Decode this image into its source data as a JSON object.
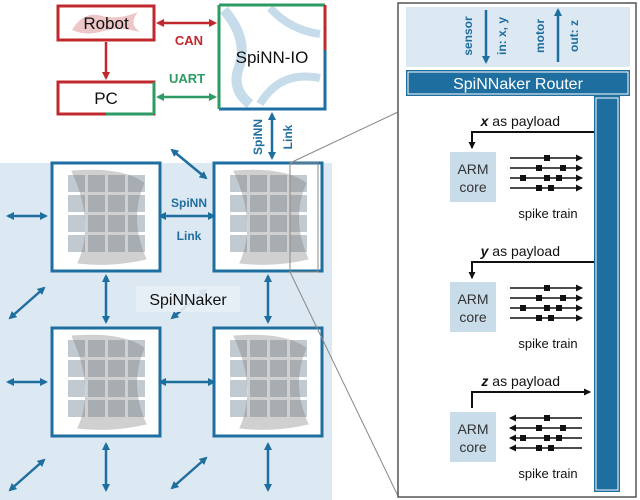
{
  "colors": {
    "blue": "#1f6ea0",
    "light_blue": "#c7dcea",
    "panel_blue": "#dce9f2",
    "red": "#c0282d",
    "green": "#2e9b64",
    "core_gray": "#9a9a9a",
    "arm_fill": "#c9dce9"
  },
  "top": {
    "robot": "Robot",
    "pc": "PC",
    "spinn_io": "SpiNN-IO",
    "can": "CAN",
    "uart": "UART",
    "link_a": "SpiNN",
    "link_b": "Link"
  },
  "board": {
    "label": "SpiNNaker",
    "chip_link_a": "SpiNN",
    "chip_link_b": "Link"
  },
  "right": {
    "sensor": "sensor",
    "in_xy": "in: x, y",
    "motor": "motor",
    "out_z": "out: z",
    "router": "SpiNNaker Router",
    "rows": [
      {
        "var": "x",
        "payload": " as payload",
        "arm1": "ARM",
        "arm2": "core",
        "spike": "spike train",
        "direction": "in"
      },
      {
        "var": "y",
        "payload": " as payload",
        "arm1": "ARM",
        "arm2": "core",
        "spike": "spike train",
        "direction": "in"
      },
      {
        "var": "z",
        "payload": " as payload",
        "arm1": "ARM",
        "arm2": "core",
        "spike": "spike train",
        "direction": "out"
      }
    ]
  }
}
